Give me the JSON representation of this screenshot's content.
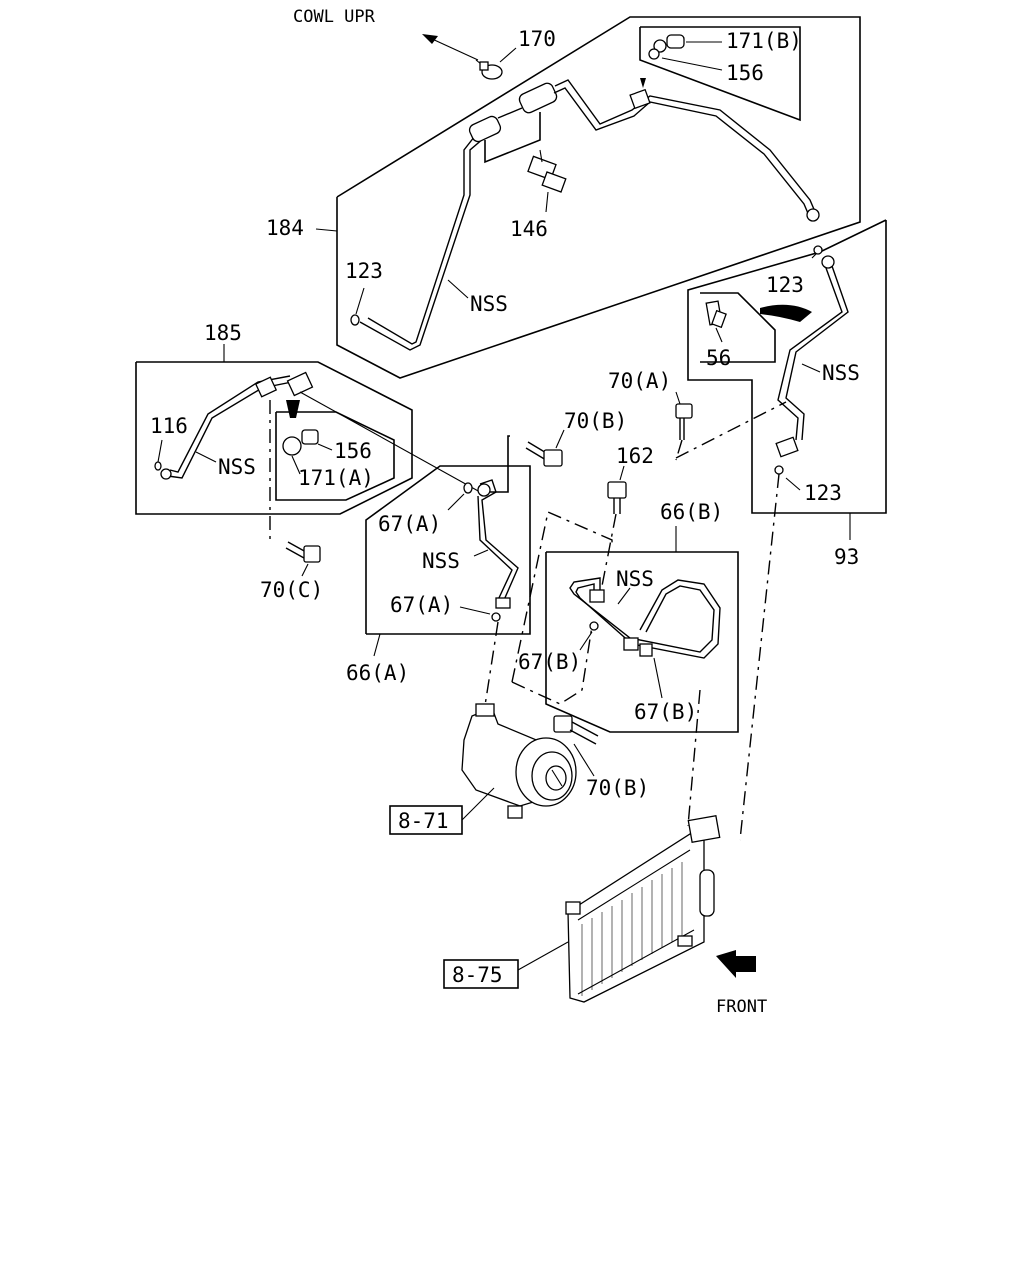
{
  "labels": {
    "cowl_upr": "COWL UPR",
    "front": "FRONT",
    "p170": "170",
    "p171b": "171(B)",
    "p156_top": "156",
    "p184": "184",
    "p146": "146",
    "p123_left": "123",
    "nss_184": "NSS",
    "p123_right_top": "123",
    "p56": "56",
    "nss_93": "NSS",
    "p123_right_bottom": "123",
    "p93": "93",
    "p185": "185",
    "p116": "116",
    "nss_185": "NSS",
    "p156_mid": "156",
    "p171a": "171(A)",
    "p70c": "70(C)",
    "p70a": "70(A)",
    "p70b_top": "70(B)",
    "p162": "162",
    "p66b": "66(B)",
    "p67a_top": "67(A)",
    "nss_66a": "NSS",
    "p67a_bottom": "67(A)",
    "p66a": "66(A)",
    "nss_66b": "NSS",
    "p67b_left": "67(B)",
    "p67b_right": "67(B)",
    "p70b_bottom": "70(B)",
    "p8_71": "8-71",
    "p8_75": "8-75"
  }
}
